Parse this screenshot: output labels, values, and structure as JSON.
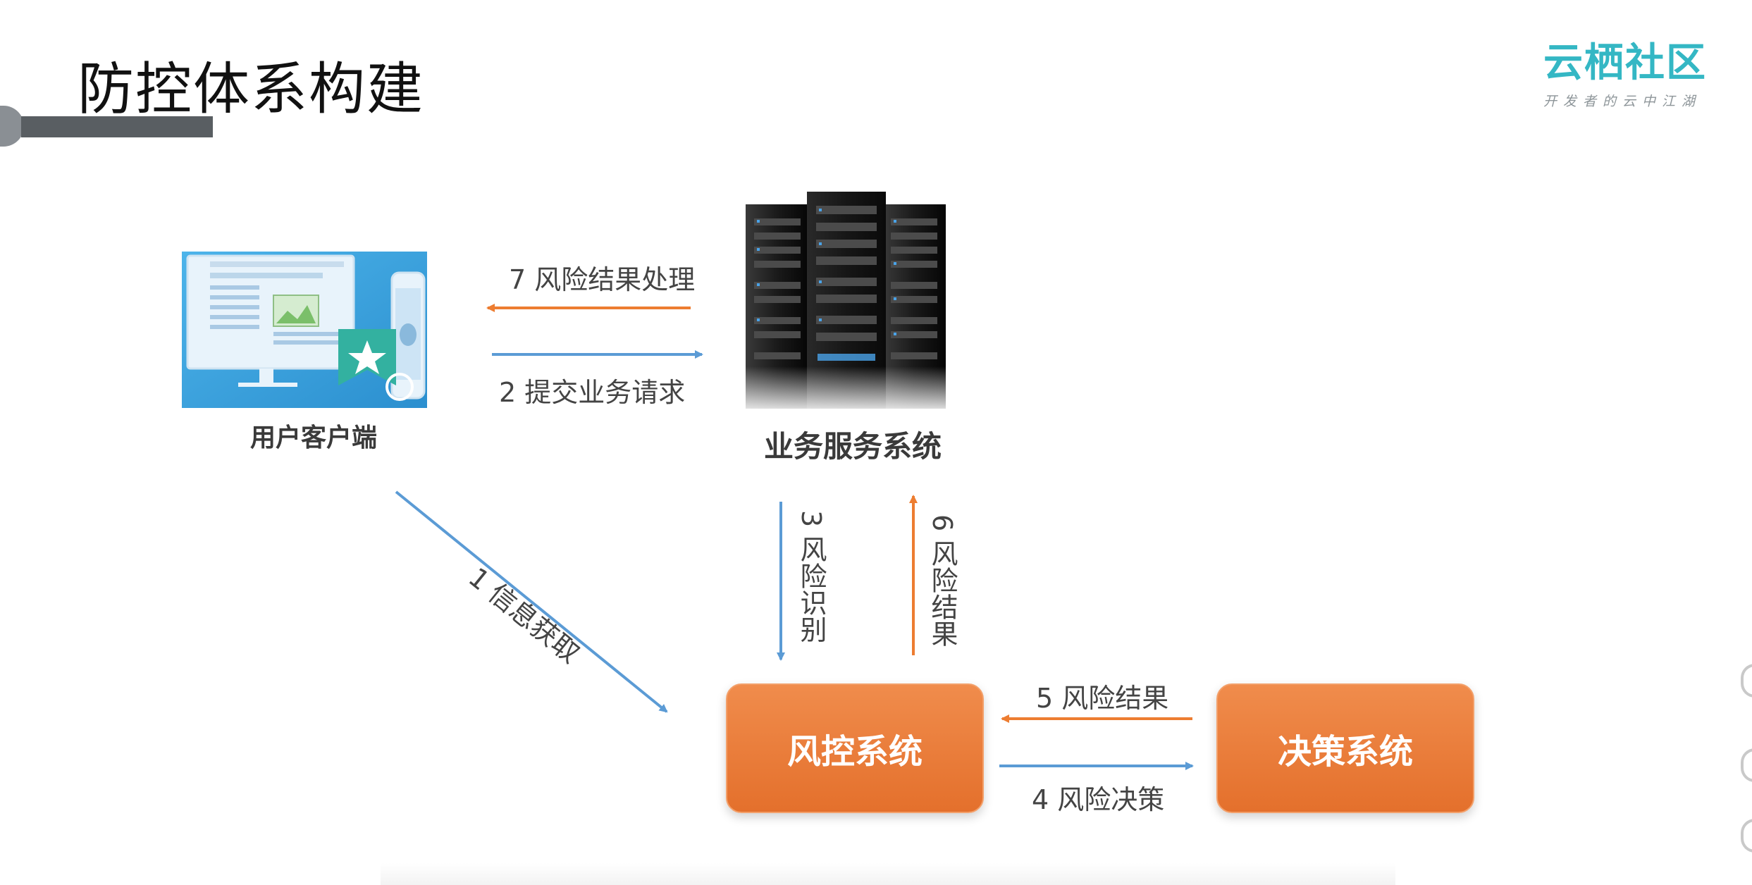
{
  "slide": {
    "title": "防控体系构建"
  },
  "logo": {
    "name": "云栖社区",
    "tagline": "开发者的云中江湖"
  },
  "nodes": {
    "client": "用户客户端",
    "business": "业务服务系统",
    "risk": "风控系统",
    "decision": "决策系统"
  },
  "edges": {
    "e1": "1 信息获取",
    "e2": "2 提交业务请求",
    "e3": "3 风险识别",
    "e4": "4 风险决策",
    "e5": "5 风险结果",
    "e6": "6 风险结果",
    "e7": "7 风险结果处理"
  },
  "colors": {
    "blue_arrow": "#5b9bd5",
    "orange_arrow": "#ed7d31",
    "orange_box": "#ea7a36",
    "logo": "#34b7c4"
  }
}
